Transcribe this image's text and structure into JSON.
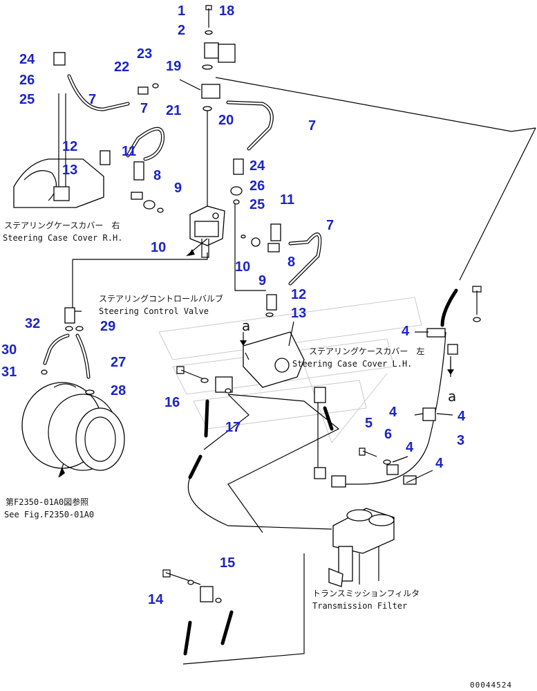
{
  "part_numbers": [
    "1",
    "2",
    "18",
    "24",
    "23",
    "22",
    "19",
    "26",
    "25",
    "7",
    "7",
    "7",
    "21",
    "20",
    "12",
    "11",
    "8",
    "9",
    "13",
    "10",
    "24",
    "26",
    "25",
    "11",
    "7",
    "8",
    "9",
    "10",
    "12",
    "13",
    "4",
    "a",
    "32",
    "29",
    "30",
    "27",
    "31",
    "28",
    "16",
    "17",
    "5",
    "6",
    "4",
    "4",
    "4",
    "4",
    "3",
    "14",
    "15",
    "a"
  ],
  "captions": {
    "rh_jp": "ステアリングケースカバー　右",
    "rh_en": "Steering Case Cover R.H.",
    "valve_jp": "ステアリングコントロールバルブ",
    "valve_en": "Steering Control Valve",
    "lh_jp": "ステアリングケースカバー　左",
    "lh_en": "Steering Case Cover L.H.",
    "fig_jp": "第F2350-01A0図参照",
    "fig_en": "See Fig.F2350-01A0",
    "filter_jp": "トランスミッションフィルタ",
    "filter_en": "Transmission Filter"
  },
  "drawing_number": "00044524",
  "colors": {
    "callout": "#1a23c8",
    "line": "#000000",
    "background": "#ffffff"
  }
}
